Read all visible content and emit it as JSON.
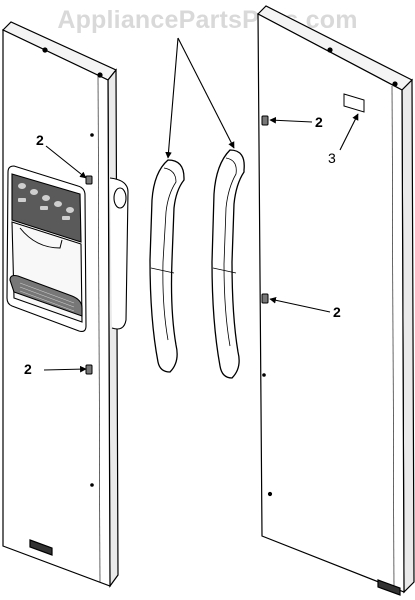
{
  "watermark": "AppliancePartsPros.com",
  "callouts": {
    "hinge_upper_left": "2",
    "hinge_lower_left": "2",
    "hinge_upper_right": "2",
    "hinge_lower_right": "2",
    "label_plate": "3"
  }
}
